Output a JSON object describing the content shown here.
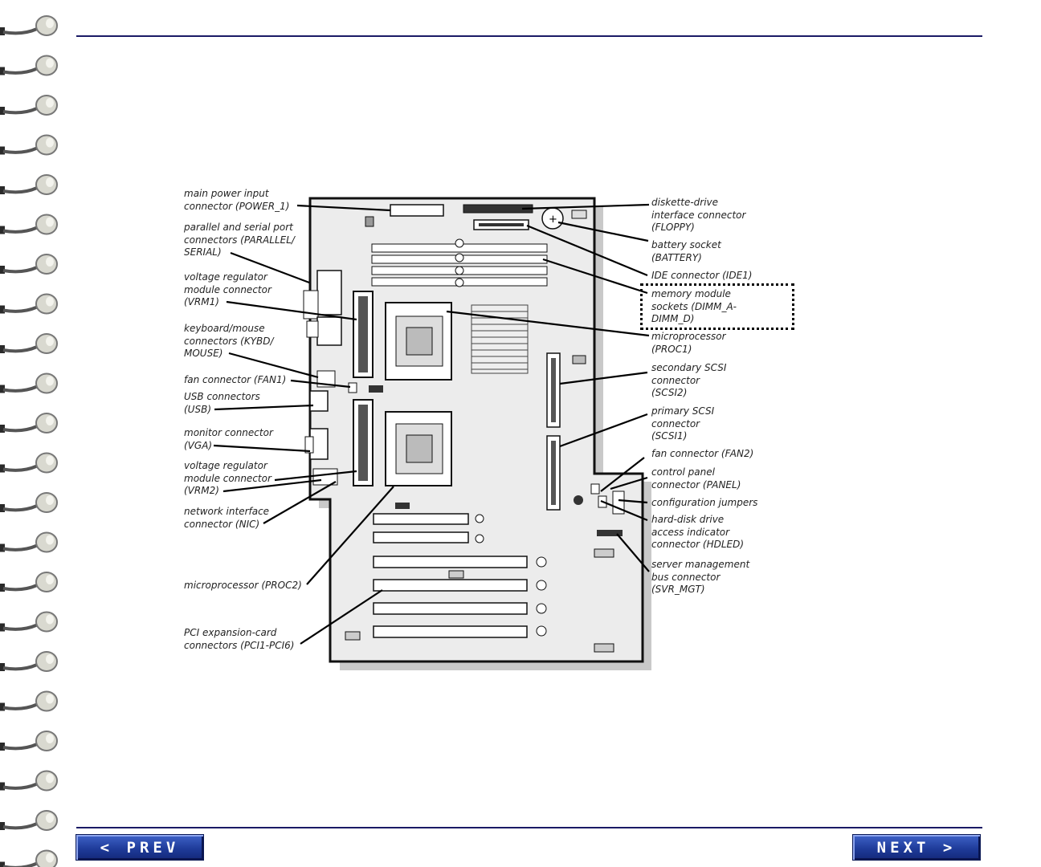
{
  "nav": {
    "prev_label": "< PREV",
    "next_label": "NEXT >"
  },
  "labels": {
    "power": "main power input\nconnector (POWER_1)",
    "parallel": "parallel and serial port\nconnectors (PARALLEL/\nSERIAL)",
    "vrm1": "voltage regulator\nmodule connector\n(VRM1)",
    "keyboard": "keyboard/mouse\nconnectors (KYBD/\nMOUSE)",
    "fan1": "fan connector (FAN1)",
    "usb": "USB connectors\n(USB)",
    "vga": "monitor connector\n(VGA)",
    "vrm2": "voltage regulator\nmodule connector\n(VRM2)",
    "nic": "network interface\nconnector (NIC)",
    "proc2": "microprocessor (PROC2)",
    "pci": "PCI expansion-card\nconnectors (PCI1-PCI6)",
    "floppy": "diskette-drive\ninterface connector\n(FLOPPY)",
    "battery": "battery socket\n(BATTERY)",
    "ide": "IDE connector (IDE1)",
    "dimm": "memory module\nsockets (DIMM_A-\nDIMM_D)",
    "proc1": "microprocessor\n(PROC1)",
    "scsi2": "secondary SCSI\nconnector\n(SCSI2)",
    "scsi1": "primary SCSI\nconnector\n(SCSI1)",
    "fan2": "fan connector (FAN2)",
    "panel": "control panel\nconnector (PANEL)",
    "jumpers": "configuration jumpers",
    "hdled": "hard-disk drive\naccess indicator\nconnector (HDLED)",
    "svrmgt": "server management\nbus connector\n(SVR_MGT)"
  }
}
